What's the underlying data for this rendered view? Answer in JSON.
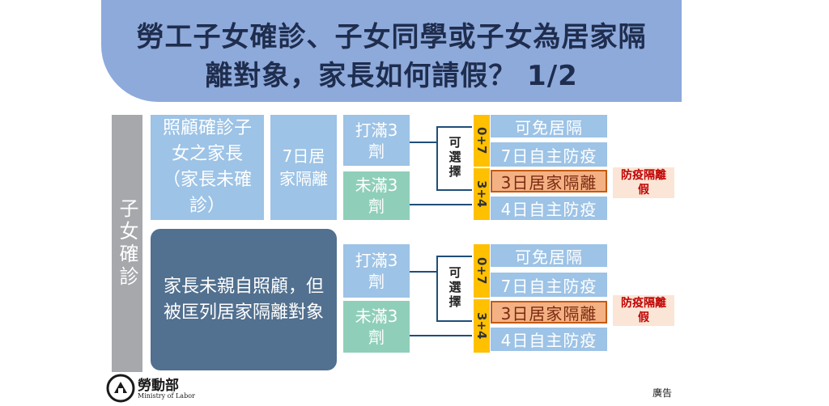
{
  "title": {
    "line1": "勞工子女確診、子女同學或子女為居家隔",
    "line2": "離對象，家長如何請假？ 1/2"
  },
  "side_label": "子女確診",
  "section1": {
    "caregiver": "照顧確診子女之家長（家長未確診）",
    "quarantine": "7日居家隔離",
    "full_dose": "打滿3劑",
    "not_full": "未滿3劑",
    "choose": "可選擇",
    "opt_a": "0+7",
    "opt_b": "3+4",
    "outcomes": [
      "可免居隔",
      "7日自主防疫",
      "3日居家隔離",
      "4日自主防疫"
    ],
    "leave": "防疫隔離假"
  },
  "section2": {
    "caregiver": "家長未親自照顧，但被匡列居家隔離對象",
    "full_dose": "打滿3劑",
    "not_full": "未滿3劑",
    "choose": "可選擇",
    "opt_a": "0+7",
    "opt_b": "3+4",
    "outcomes": [
      "可免居隔",
      "7日自主防疫",
      "3日居家隔離",
      "4日自主防疫"
    ],
    "leave": "防疫隔離假"
  },
  "footer": {
    "logo_text": "勞動部",
    "logo_subtext": "Ministry of Labor",
    "ad_label": "廣告"
  },
  "colors": {
    "banner": "#8eaadb",
    "box_blue": "#9dc3e6",
    "box_navy": "#52708f",
    "box_teal": "#8fcfb9",
    "highlight_orange": "#f4b183",
    "option_yellow": "#ffc000",
    "leave_text_red": "#c00000"
  }
}
